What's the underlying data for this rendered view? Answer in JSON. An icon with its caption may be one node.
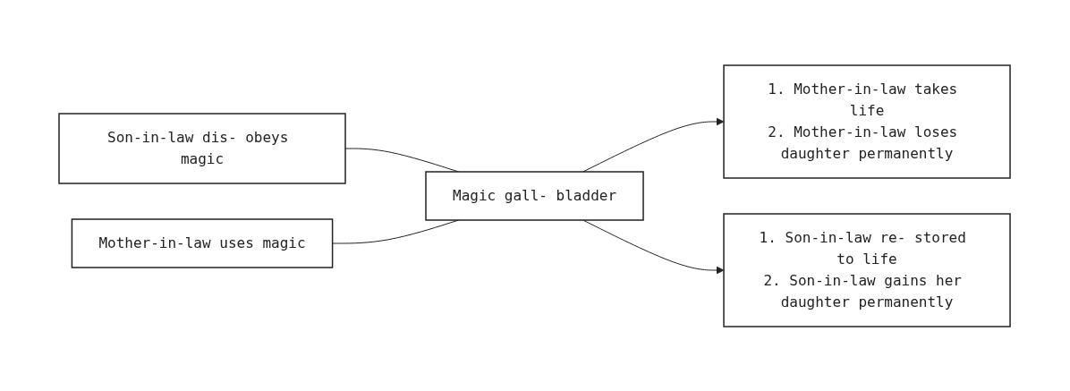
{
  "diagram": {
    "nodes": [
      {
        "text": [
          "Son-in-law dis- obeys magic"
        ]
      },
      {
        "text": [
          "Mother-in-law uses magic"
        ]
      },
      {
        "text": [
          "Magic gall- bladder"
        ]
      },
      {
        "text": [
          "1. Mother-in-law takes life",
          "2. Mother-in-law loses daughter permanently"
        ]
      },
      {
        "text": [
          "1. Son-in-law re- stored to life",
          "2. Son-in-law gains her daughter permanently"
        ]
      }
    ],
    "edges": [
      {
        "from": 0,
        "to": 2,
        "arrow": "none"
      },
      {
        "from": 1,
        "to": 2,
        "arrow": "none"
      },
      {
        "from": 2,
        "to": 3,
        "arrow": "to"
      },
      {
        "from": 2,
        "to": 4,
        "arrow": "to"
      }
    ]
  }
}
